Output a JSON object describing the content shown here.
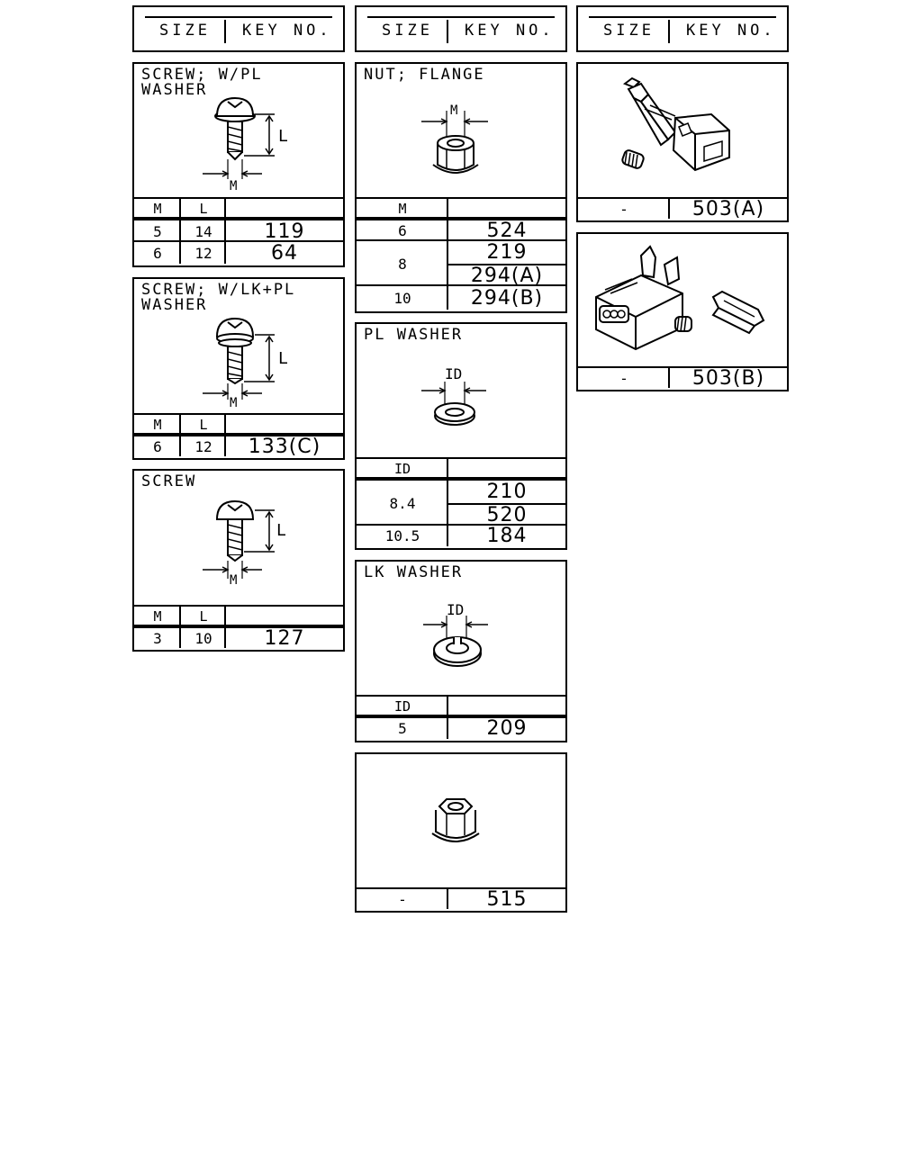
{
  "headers": [
    {
      "size_label": "SIZE",
      "key_label": "KEY NO."
    },
    {
      "size_label": "SIZE",
      "key_label": "KEY NO."
    },
    {
      "size_label": "SIZE",
      "key_label": "KEY NO."
    }
  ],
  "screw_pl_washer": {
    "title": "SCREW; W/PL\nWASHER",
    "dim_l": "L",
    "dim_m": "M",
    "col1": "M",
    "col2": "L",
    "rows": [
      {
        "m": "5",
        "l": "14",
        "key": "119"
      },
      {
        "m": "6",
        "l": "12",
        "key": "64"
      }
    ]
  },
  "screw_lk_pl_washer": {
    "title": "SCREW; W/LK+PL\nWASHER",
    "dim_l": "L",
    "dim_m": "M",
    "col1": "M",
    "col2": "L",
    "rows": [
      {
        "m": "6",
        "l": "12",
        "key": "133(C)"
      }
    ]
  },
  "screw": {
    "title": "SCREW",
    "dim_l": "L",
    "dim_m": "M",
    "col1": "M",
    "col2": "L",
    "rows": [
      {
        "m": "3",
        "l": "10",
        "key": "127"
      }
    ]
  },
  "nut_flange": {
    "title": "NUT; FLANGE",
    "dim_m": "M",
    "col1": "M",
    "rows": [
      {
        "m": "6",
        "key": "524"
      },
      {
        "m": "8",
        "keys": [
          "219",
          "294(A)"
        ]
      },
      {
        "m": "10",
        "key": "294(B)"
      }
    ]
  },
  "pl_washer": {
    "title": "PL WASHER",
    "dim_id": "ID",
    "col1": "ID",
    "rows": [
      {
        "id": "8.4",
        "keys": [
          "210",
          "520"
        ]
      },
      {
        "id": "10.5",
        "key": "184"
      }
    ]
  },
  "lk_washer": {
    "title": "LK WASHER",
    "dim_id": "ID",
    "col1": "ID",
    "rows": [
      {
        "id": "5",
        "key": "209"
      }
    ]
  },
  "nut_515": {
    "size": "-",
    "key": "515"
  },
  "connector_a": {
    "size": "-",
    "key": "503(A)"
  },
  "connector_b": {
    "size": "-",
    "key": "503(B)"
  }
}
